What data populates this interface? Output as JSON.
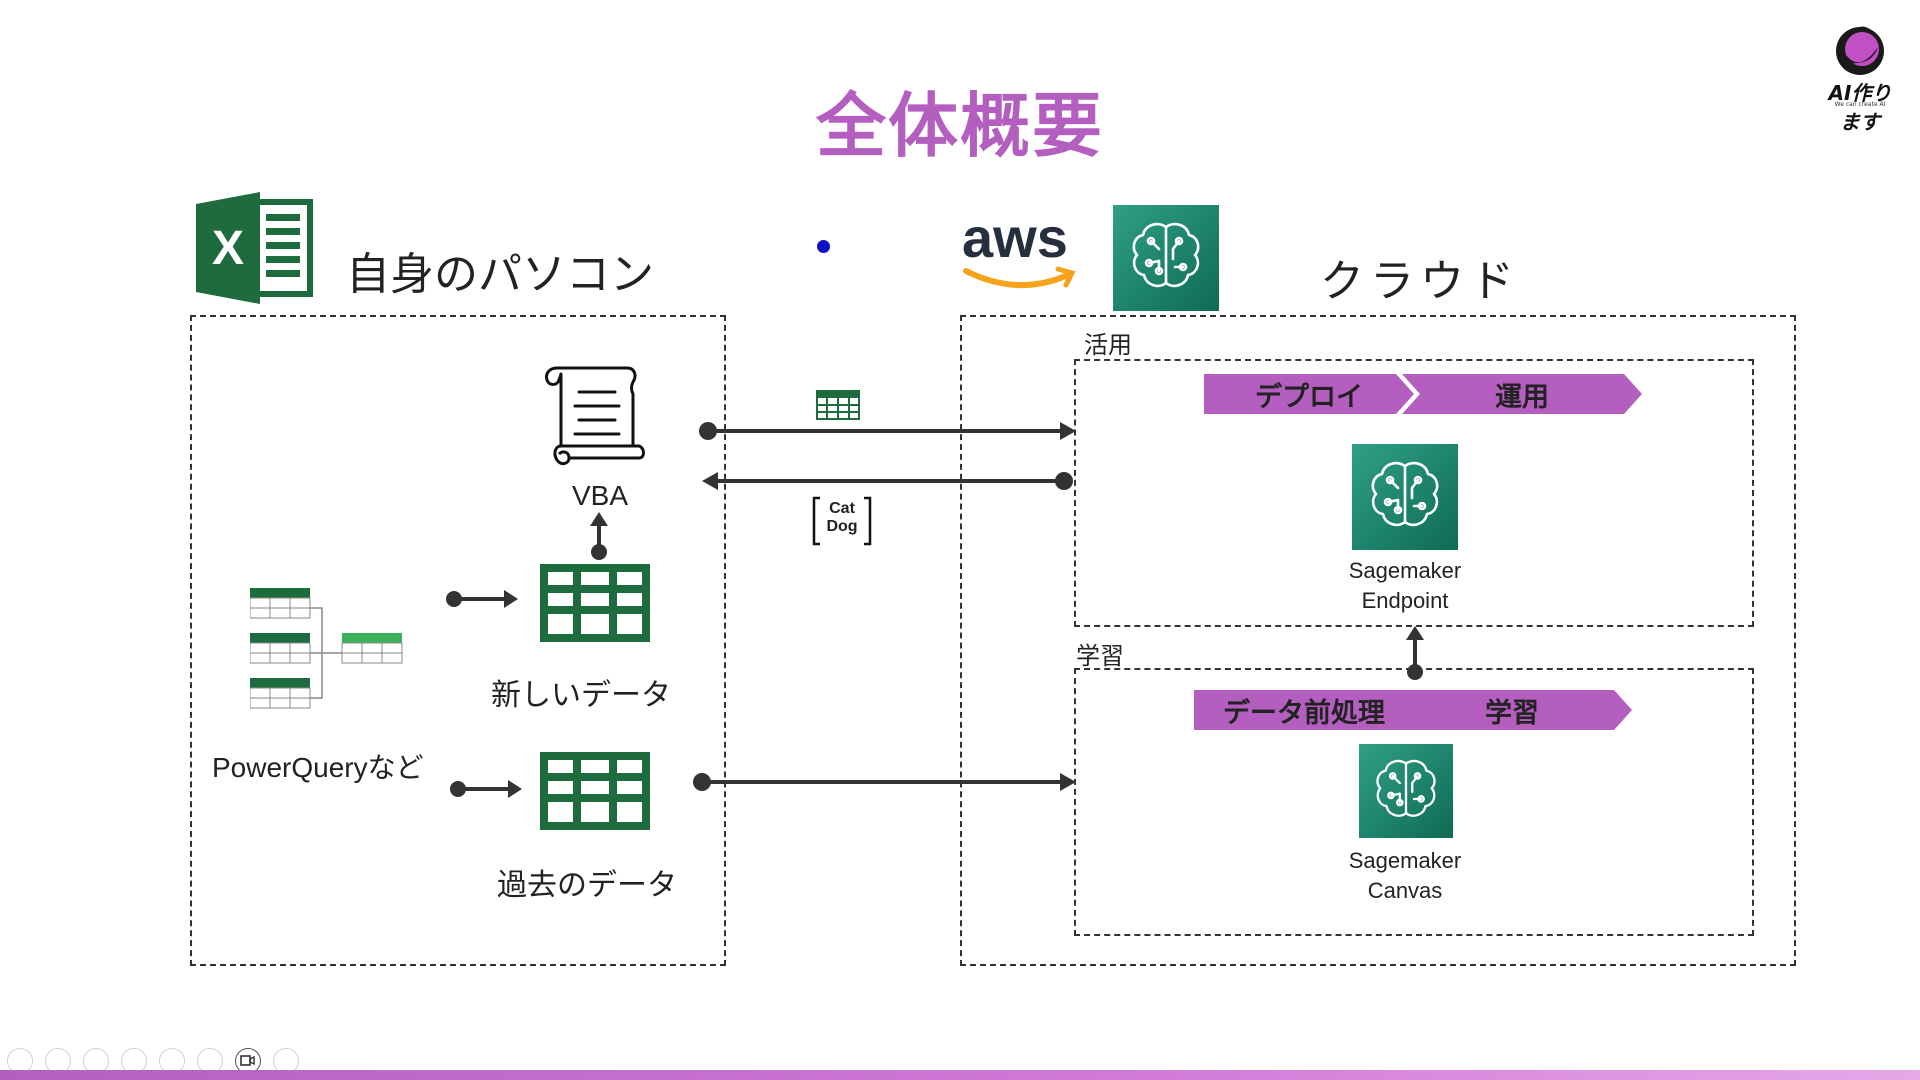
{
  "slide": {
    "title": "全体概要",
    "left_header": "自身のパソコン",
    "right_header": "クラウド",
    "logo_brand": "AI作ります",
    "logo_tagline": "We can create AI",
    "aws_wordmark": "aws"
  },
  "local": {
    "vba_label": "VBA",
    "new_data_label": "新しいデータ",
    "past_data_label": "過去のデータ",
    "powerquery_label": "PowerQueryなど"
  },
  "transfer": {
    "prediction_line1": "Cat",
    "prediction_line2": "Dog"
  },
  "cloud": {
    "usage_section": {
      "label": "活用",
      "steps": [
        "デプロイ",
        "運用"
      ],
      "service_line1": "Sagemaker",
      "service_line2": "Endpoint"
    },
    "training_section": {
      "label": "学習",
      "steps": [
        "データ前処理",
        "学習"
      ],
      "service_line1": "Sagemaker",
      "service_line2": "Canvas"
    }
  },
  "colors": {
    "accent": "#b45fc0",
    "excel_green": "#1e6b3e",
    "sagemaker_green": "#1f8a70",
    "aws_orange": "#f7a21b"
  },
  "toolbar": {
    "icons": [
      "prev-icon",
      "next-icon",
      "pen-icon",
      "slides-icon",
      "zoom-icon",
      "subtitle-icon",
      "camera-icon",
      "more-icon"
    ]
  }
}
